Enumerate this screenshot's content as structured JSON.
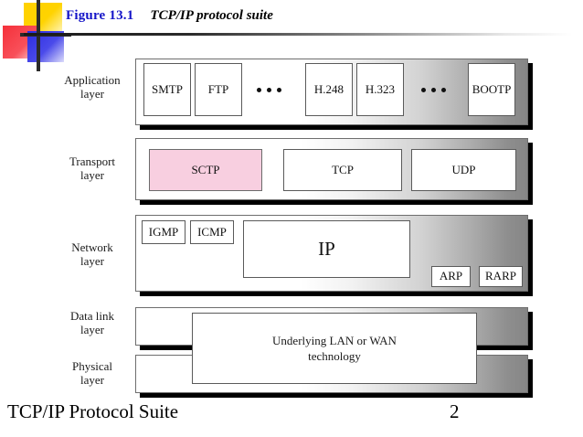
{
  "figure": {
    "number": "Figure 13.1",
    "title": "TCP/IP protocol suite",
    "number_color": "#1414c8"
  },
  "layers": [
    {
      "label_line1": "Application",
      "label_line2": "layer",
      "name": "application-layer",
      "protocols": [
        "SMTP",
        "FTP",
        "H.248",
        "H.323",
        "BOOTP"
      ],
      "ellipses": 2
    },
    {
      "label_line1": "Transport",
      "label_line2": "layer",
      "name": "transport-layer",
      "protocols": [
        "SCTP",
        "TCP",
        "UDP"
      ],
      "highlight": "SCTP",
      "highlight_color": "#f8cfe0"
    },
    {
      "label_line1": "Network",
      "label_line2": "layer",
      "name": "network-layer",
      "protocols": [
        "IGMP",
        "ICMP",
        "IP",
        "ARP",
        "RARP"
      ]
    },
    {
      "label_line1": "Data link",
      "label_line2": "layer",
      "name": "data-link-layer",
      "protocols": []
    },
    {
      "label_line1": "Physical",
      "label_line2": "layer",
      "name": "physical-layer",
      "protocols": []
    }
  ],
  "underlying": {
    "line1": "Underlying LAN or WAN",
    "line2": "technology"
  },
  "footer": {
    "text": "TCP/IP Protocol Suite",
    "page": "2"
  }
}
